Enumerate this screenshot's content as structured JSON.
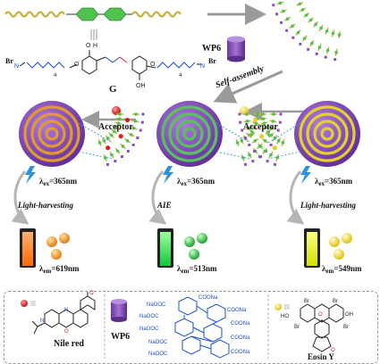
{
  "labels": {
    "g": "G",
    "wp6_top": "WP6",
    "self_assembly": "Self-assembly",
    "acceptor_left": "Acceptor",
    "acceptor_right": "Acceptor",
    "br_left": "Br",
    "br_right": "Br",
    "lambda_symbol": "λ",
    "ex_sub": "ex",
    "em_sub": "em",
    "ex_value_left": "=365nm",
    "ex_value_mid": "=365nm",
    "ex_value_right": "=365nm",
    "light_harvesting_left": "Light-harvesting",
    "aie": "AIE",
    "light_harvesting_right": "Light-harvesting",
    "em_value_left": "=619nm",
    "em_value_mid": "=513nm",
    "em_value_right": "=549nm",
    "nile_red": "Nile red",
    "wp6_legend": "WP6",
    "eosin_y": "Eosin Y",
    "coona": "COONa",
    "naooc": "NaOOC"
  },
  "colors": {
    "alkyl_chain": "#c9b23a",
    "phenyl_green": "#4fc24f",
    "sphere_purple": "#8a4fc4",
    "stripe_orange": "#e39a2c",
    "stripe_green": "#58c25a",
    "stripe_yellow": "#e6cf2a",
    "arrow_grey": "#9a9a9a",
    "nile_red_dot": "#e02424",
    "eosin_dot": "#eedd22",
    "vial_orange": "#ff7a1a",
    "vial_green": "#3fe06a",
    "vial_yellow": "#e8f21c",
    "linker_red": "#d62020",
    "linker_blue": "#1a4fd6"
  }
}
